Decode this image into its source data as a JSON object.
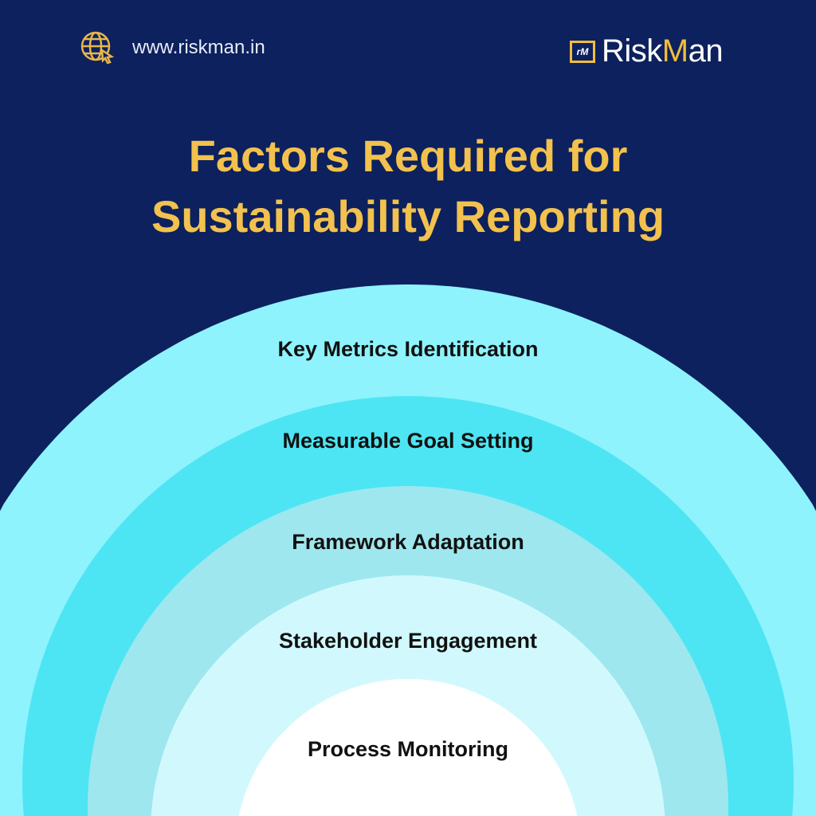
{
  "header": {
    "website": "www.riskman.in",
    "logo_text_prefix": "Risk",
    "logo_text_highlight": "M",
    "logo_text_suffix": "an",
    "logo_mark": "rM"
  },
  "title": {
    "line1": "Factors Required for",
    "line2": "Sustainability Reporting"
  },
  "layers": [
    {
      "label": "Key Metrics Identification",
      "color": "#8ef3fd"
    },
    {
      "label": "Measurable Goal Setting",
      "color": "#4de5f3"
    },
    {
      "label": "Framework Adaptation",
      "color": "#9ee7ee"
    },
    {
      "label": "Stakeholder Engagement",
      "color": "#d1f9fd"
    },
    {
      "label": "Process Monitoring",
      "color": "#ffffff"
    }
  ],
  "colors": {
    "background": "#0c215d",
    "accent": "#f2c14e"
  }
}
